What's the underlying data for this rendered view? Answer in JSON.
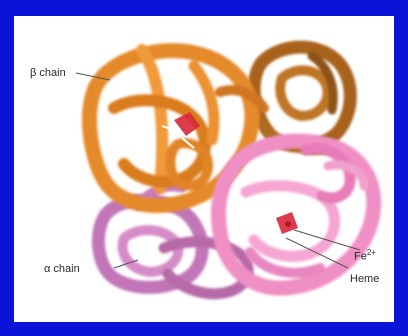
{
  "diagram": {
    "labels": {
      "beta_chain": "β chain",
      "alpha_chain": "α chain",
      "fe": "Fe",
      "fe_charge": "2+",
      "heme": "Heme"
    },
    "colors": {
      "frame_blue": "#0a14d8",
      "beta_orange": "#e58a2a",
      "beta_brown": "#a8621c",
      "alpha_pink": "#ef8fc4",
      "alpha_mauve": "#c276b8",
      "heme_red": "#d8283a"
    }
  }
}
